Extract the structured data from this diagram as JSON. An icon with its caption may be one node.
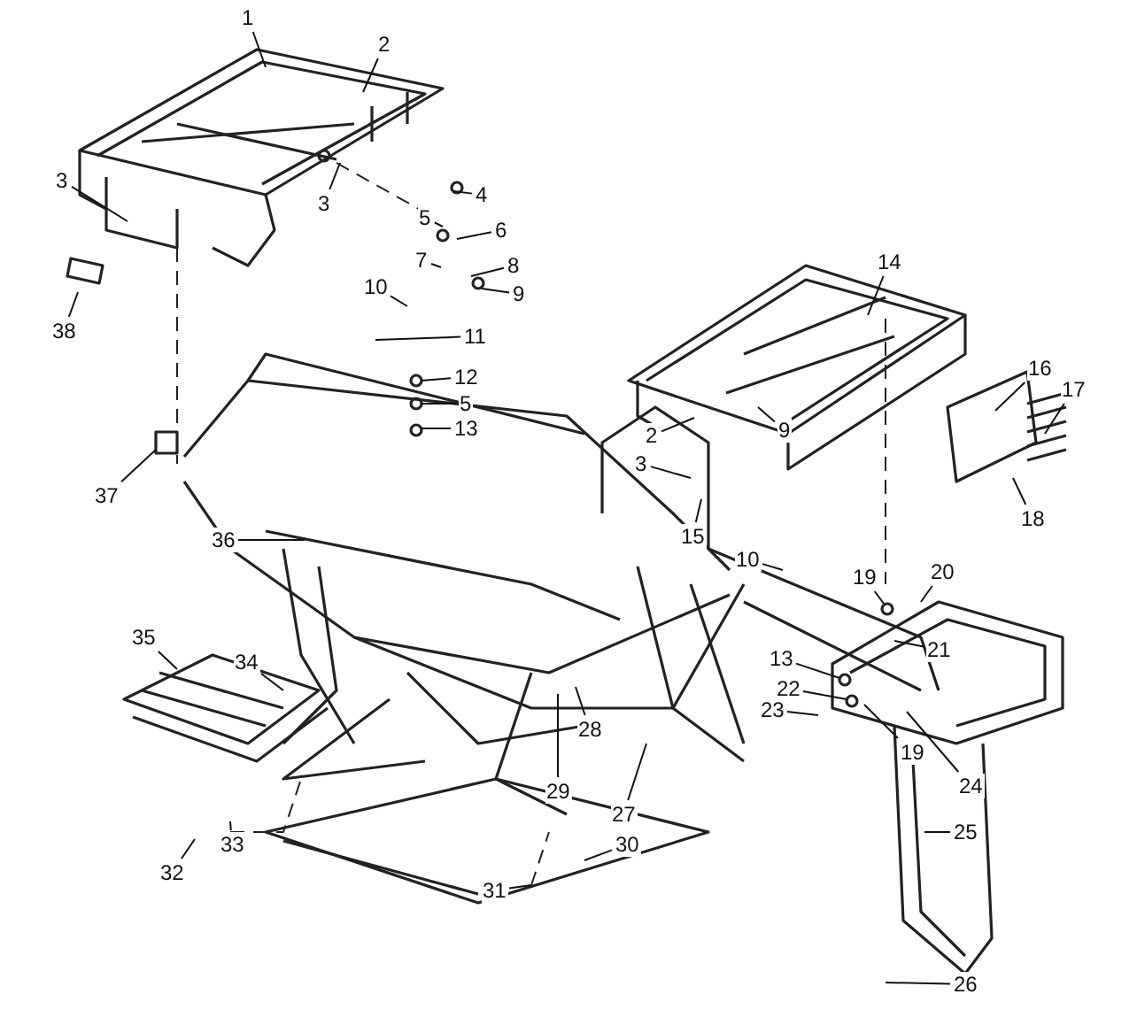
{
  "diagram": {
    "nodes": [
      {
        "text": [
          "1"
        ]
      },
      {
        "text": [
          "2"
        ]
      },
      {
        "text": [
          "3"
        ]
      },
      {
        "text": [
          "3"
        ]
      },
      {
        "text": [
          "4"
        ]
      },
      {
        "text": [
          "5"
        ]
      },
      {
        "text": [
          "6"
        ]
      },
      {
        "text": [
          "7"
        ]
      },
      {
        "text": [
          "8"
        ]
      },
      {
        "text": [
          "9"
        ]
      },
      {
        "text": [
          "10"
        ]
      },
      {
        "text": [
          "11"
        ]
      },
      {
        "text": [
          "12"
        ]
      },
      {
        "text": [
          "5"
        ]
      },
      {
        "text": [
          "13"
        ]
      },
      {
        "text": [
          "14"
        ]
      },
      {
        "text": [
          "16"
        ]
      },
      {
        "text": [
          "17"
        ]
      },
      {
        "text": [
          "18"
        ]
      },
      {
        "text": [
          "2"
        ]
      },
      {
        "text": [
          "9"
        ]
      },
      {
        "text": [
          "3"
        ]
      },
      {
        "text": [
          "15"
        ]
      },
      {
        "text": [
          "10"
        ]
      },
      {
        "text": [
          "19"
        ]
      },
      {
        "text": [
          "20"
        ]
      },
      {
        "text": [
          "21"
        ]
      },
      {
        "text": [
          "13"
        ]
      },
      {
        "text": [
          "22"
        ]
      },
      {
        "text": [
          "23"
        ]
      },
      {
        "text": [
          "19"
        ]
      },
      {
        "text": [
          "24"
        ]
      },
      {
        "text": [
          "25"
        ]
      },
      {
        "text": [
          "26"
        ]
      },
      {
        "text": [
          "27"
        ]
      },
      {
        "text": [
          "28"
        ]
      },
      {
        "text": [
          "29"
        ]
      },
      {
        "text": [
          "30"
        ]
      },
      {
        "text": [
          "31"
        ]
      },
      {
        "text": [
          "32"
        ]
      },
      {
        "text": [
          "33"
        ]
      },
      {
        "text": [
          "34"
        ]
      },
      {
        "text": [
          "35"
        ]
      },
      {
        "text": [
          "36"
        ]
      },
      {
        "text": [
          "37"
        ]
      },
      {
        "text": [
          "38"
        ]
      }
    ],
    "edges": [
      {
        "from": 0,
        "to": null,
        "arrow": "none"
      },
      {
        "from": 1,
        "to": null,
        "arrow": "none"
      },
      {
        "from": 2,
        "to": null,
        "arrow": "none"
      },
      {
        "from": 3,
        "to": null,
        "arrow": "none"
      },
      {
        "from": 4,
        "to": null,
        "arrow": "none"
      },
      {
        "from": 5,
        "to": null,
        "arrow": "none"
      },
      {
        "from": 6,
        "to": null,
        "arrow": "none"
      },
      {
        "from": 7,
        "to": null,
        "arrow": "none"
      },
      {
        "from": 8,
        "to": null,
        "arrow": "none"
      },
      {
        "from": 9,
        "to": null,
        "arrow": "none"
      },
      {
        "from": 10,
        "to": null,
        "arrow": "none"
      },
      {
        "from": 11,
        "to": null,
        "arrow": "none"
      },
      {
        "from": 12,
        "to": null,
        "arrow": "none"
      },
      {
        "from": 13,
        "to": null,
        "arrow": "none"
      },
      {
        "from": 14,
        "to": null,
        "arrow": "none"
      },
      {
        "from": 15,
        "to": null,
        "arrow": "none"
      },
      {
        "from": 16,
        "to": null,
        "arrow": "none"
      },
      {
        "from": 17,
        "to": null,
        "arrow": "none"
      },
      {
        "from": 18,
        "to": null,
        "arrow": "none"
      },
      {
        "from": 19,
        "to": null,
        "arrow": "none"
      },
      {
        "from": 20,
        "to": null,
        "arrow": "none"
      },
      {
        "from": 21,
        "to": null,
        "arrow": "none"
      },
      {
        "from": 22,
        "to": null,
        "arrow": "none"
      },
      {
        "from": 23,
        "to": null,
        "arrow": "none"
      },
      {
        "from": 24,
        "to": null,
        "arrow": "none"
      },
      {
        "from": 25,
        "to": null,
        "arrow": "none"
      },
      {
        "from": 26,
        "to": null,
        "arrow": "none"
      },
      {
        "from": 27,
        "to": null,
        "arrow": "none"
      },
      {
        "from": 28,
        "to": null,
        "arrow": "none"
      },
      {
        "from": 29,
        "to": null,
        "arrow": "none"
      },
      {
        "from": 30,
        "to": null,
        "arrow": "none"
      },
      {
        "from": 31,
        "to": null,
        "arrow": "none"
      },
      {
        "from": 32,
        "to": null,
        "arrow": "none"
      },
      {
        "from": 33,
        "to": null,
        "arrow": "none"
      },
      {
        "from": 34,
        "to": null,
        "arrow": "none"
      },
      {
        "from": 35,
        "to": null,
        "arrow": "none"
      },
      {
        "from": 36,
        "to": null,
        "arrow": "none"
      },
      {
        "from": 37,
        "to": null,
        "arrow": "none"
      },
      {
        "from": 38,
        "to": null,
        "arrow": "none"
      },
      {
        "from": 39,
        "to": null,
        "arrow": "none"
      },
      {
        "from": 40,
        "to": null,
        "arrow": "none"
      },
      {
        "from": 41,
        "to": null,
        "arrow": "none"
      },
      {
        "from": 42,
        "to": null,
        "arrow": "none"
      },
      {
        "from": 43,
        "to": null,
        "arrow": "none"
      },
      {
        "from": 44,
        "to": null,
        "arrow": "none"
      },
      {
        "from": 45,
        "to": null,
        "arrow": "none"
      }
    ]
  }
}
